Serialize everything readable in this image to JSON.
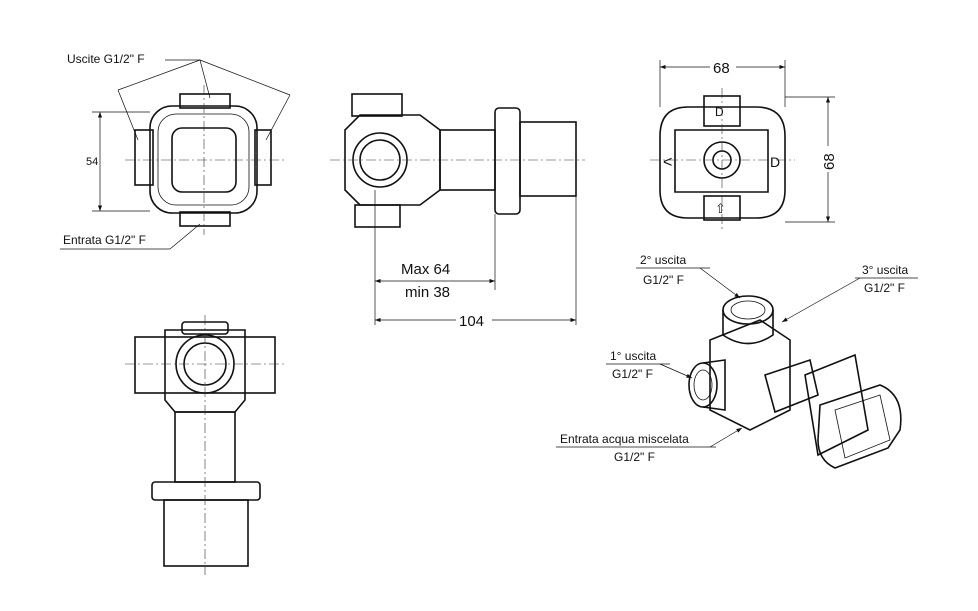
{
  "front_view": {
    "outlets_label": "Uscite G1/2\" F",
    "height_dim": "54",
    "inlet_label": "Entrata G1/2\" F"
  },
  "side_view": {
    "max_label": "Max 64",
    "min_label": "min 38",
    "total_length": "104"
  },
  "back_view": {
    "width_dim": "68",
    "height_dim": "68"
  },
  "iso_view": {
    "outlet2_title": "2° uscita",
    "outlet2_thread": "G1/2\" F",
    "outlet3_title": "3° uscita",
    "outlet3_thread": "G1/2\" F",
    "outlet1_title": "1° uscita",
    "outlet1_thread": "G1/2\" F",
    "inlet_title": "Entrata acqua miscelata",
    "inlet_thread": "G1/2\" F"
  }
}
